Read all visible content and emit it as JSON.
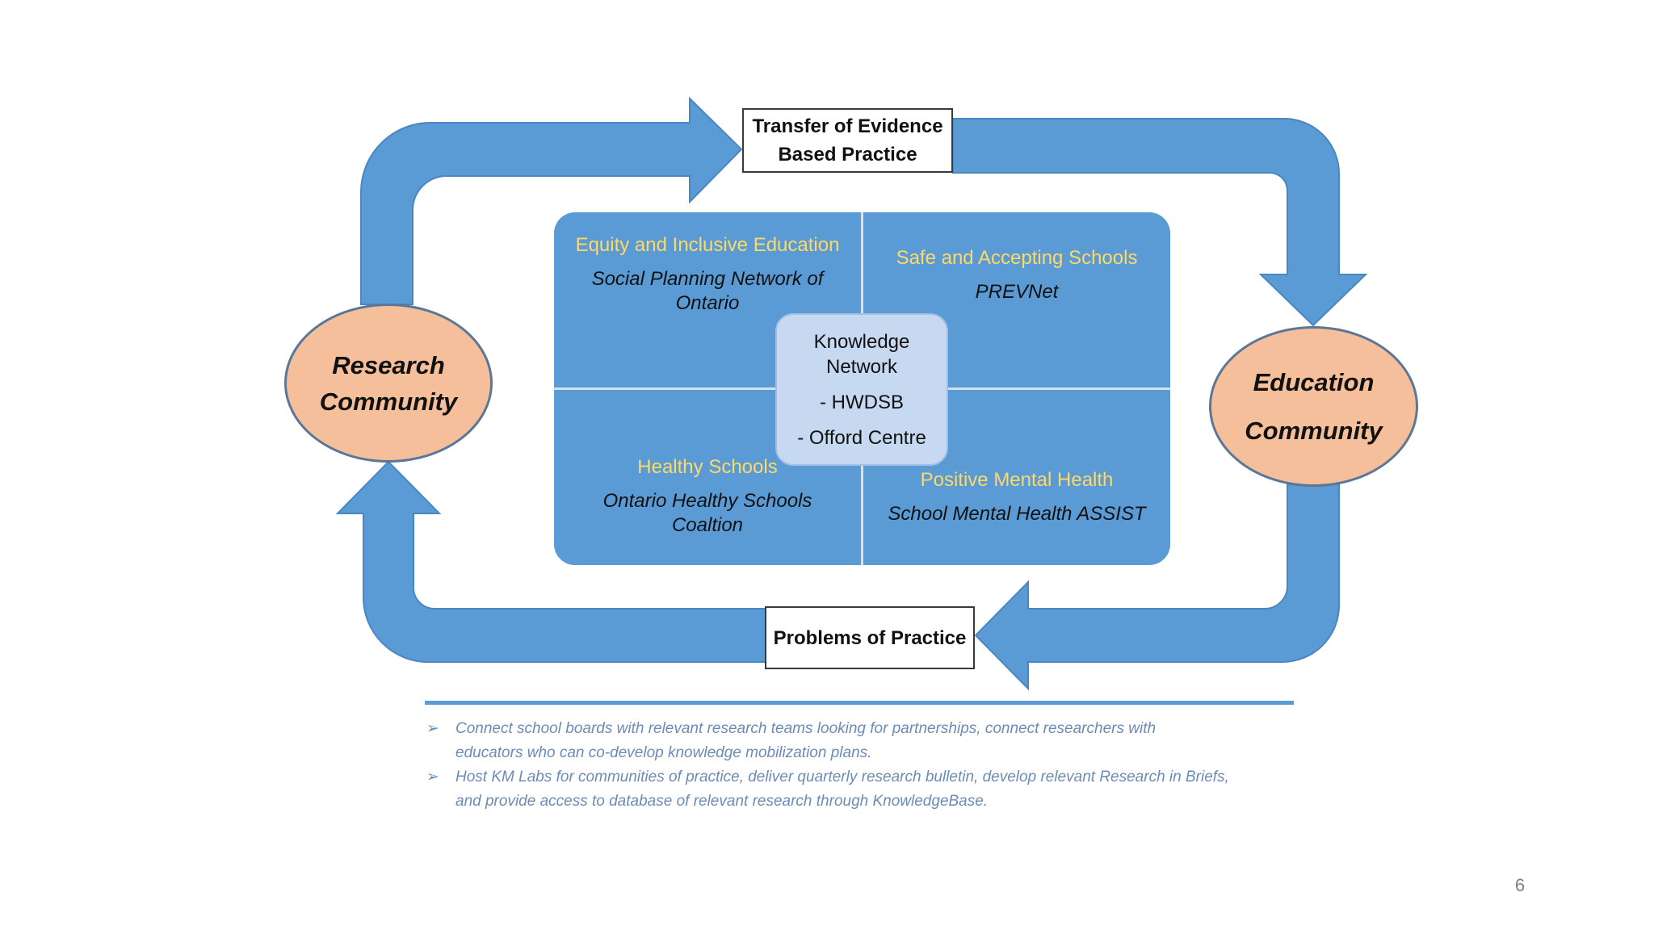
{
  "colors": {
    "arrow": "#5b9bd5",
    "arrow_border": "#4a86c0",
    "grid_background": "#5b9bd5",
    "community_fill": "#f6bf9b",
    "quadrant_title": "#ffd966",
    "bullet_text": "#6b8cb5"
  },
  "cycle": {
    "top_label": {
      "line1": "Transfer of Evidence",
      "line2": "Based Practice"
    },
    "bottom_label": "Problems of Practice",
    "left_node": {
      "line1": "Research",
      "line2": "Community"
    },
    "right_node": {
      "line1": "Education",
      "line2": "Community"
    }
  },
  "quadrants": [
    {
      "title": "Equity and Inclusive Education",
      "partner_line1": "Social Planning Network of",
      "partner_line2": "Ontario"
    },
    {
      "title": "Safe and Accepting Schools",
      "partner_line1": "PREVNet"
    },
    {
      "title": "Healthy Schools",
      "partner_line1": "Ontario Healthy Schools",
      "partner_line2": "Coaltion"
    },
    {
      "title": "Positive Mental Health",
      "partner_line1": "School Mental Health ASSIST"
    }
  ],
  "center": {
    "line1": "Knowledge",
    "line2": "Network",
    "item1": "- HWDSB",
    "item2": "- Offord Centre"
  },
  "bullets": [
    {
      "marker": "➢",
      "line1": "Connect school boards with relevant research teams looking for partnerships, connect researchers with",
      "line2": "educators who can co-develop knowledge mobilization plans."
    },
    {
      "marker": "➢",
      "line1": "Host KM Labs for communities of practice, deliver quarterly research bulletin, develop relevant Research in Briefs,",
      "line2": "and provide access to database of relevant research through KnowledgeBase."
    }
  ],
  "page_number": "6"
}
